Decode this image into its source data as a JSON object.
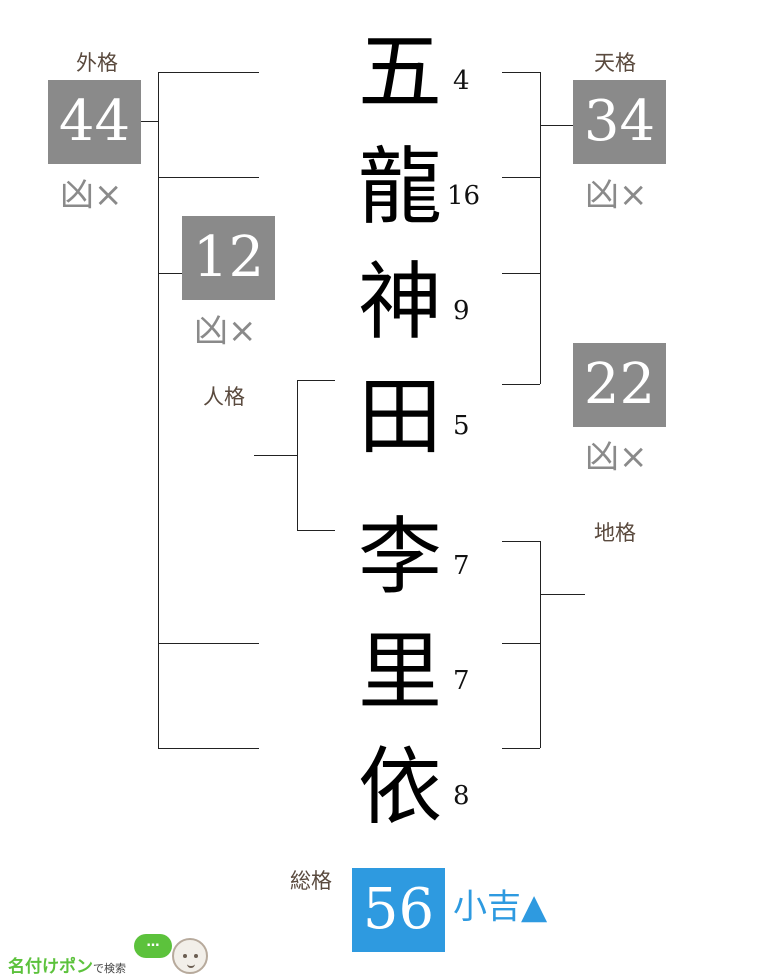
{
  "name_chars": [
    {
      "char": "五",
      "strokes": "4"
    },
    {
      "char": "龍",
      "strokes": "16"
    },
    {
      "char": "神",
      "strokes": "9"
    },
    {
      "char": "田",
      "strokes": "5"
    },
    {
      "char": "李",
      "strokes": "7"
    },
    {
      "char": "里",
      "strokes": "7"
    },
    {
      "char": "依",
      "strokes": "8"
    }
  ],
  "gaikaku": {
    "label": "外格",
    "value": "44",
    "fortune": "凶×",
    "color": "#8a8a8a"
  },
  "tenkaku": {
    "label": "天格",
    "value": "34",
    "fortune": "凶×",
    "color": "#8a8a8a"
  },
  "jinkaku": {
    "label": "人格",
    "value": "12",
    "fortune": "凶×",
    "color": "#8a8a8a"
  },
  "chikaku": {
    "label": "地格",
    "value": "22",
    "fortune": "凶×",
    "color": "#8a8a8a"
  },
  "soukaku": {
    "label": "総格",
    "value": "56",
    "fortune": "小吉▲",
    "color": "#2e9ae0"
  },
  "logo": {
    "text": "名付けポン",
    "suffix": "で検索",
    "bubble": "…",
    "icon": "baby-face-icon"
  }
}
